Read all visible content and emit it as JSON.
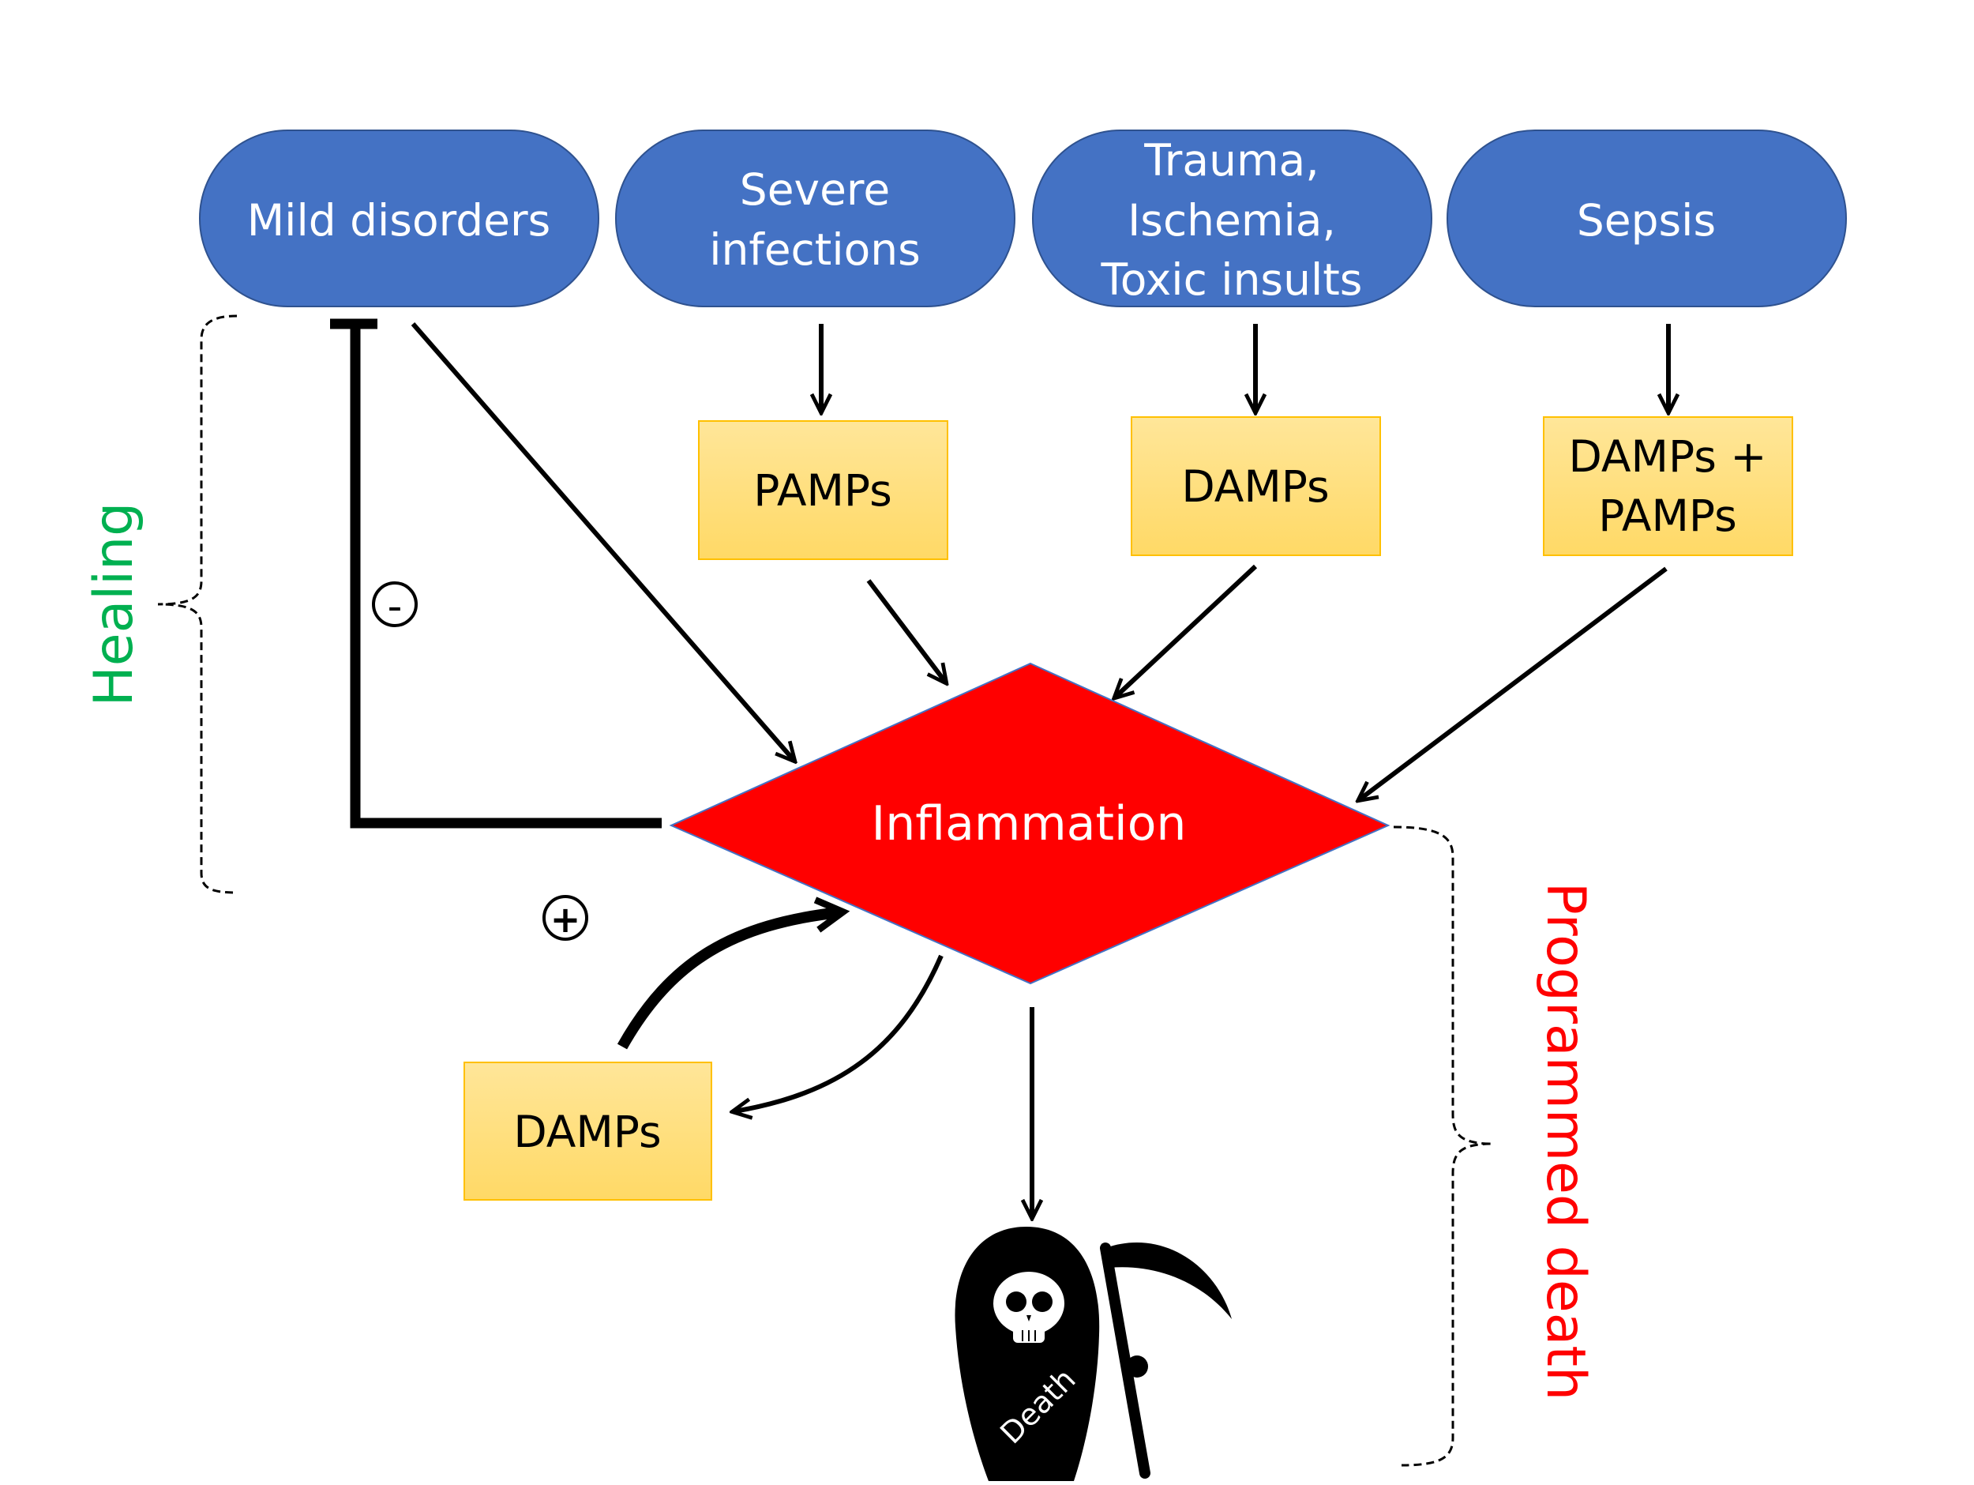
{
  "sources": [
    {
      "lines": [
        "Mild disorders"
      ]
    },
    {
      "lines": [
        "Severe",
        "infections"
      ]
    },
    {
      "lines": [
        "Trauma,",
        "Ischemia,",
        "Toxic insults"
      ]
    },
    {
      "lines": [
        "Sepsis"
      ]
    }
  ],
  "mediators": [
    {
      "lines": [
        "PAMPs"
      ]
    },
    {
      "lines": [
        "DAMPs"
      ]
    },
    {
      "lines": [
        "DAMPs +",
        "PAMPs"
      ]
    }
  ],
  "center": {
    "label": "Inflammation",
    "color": "#FF0000"
  },
  "feedback": {
    "damps_label": "DAMPs",
    "minus_sign": "-",
    "plus_sign": "+"
  },
  "outcomes": {
    "healing": {
      "label": "Healing",
      "color": "#00B050"
    },
    "programmed_death": {
      "label": "Programmed death",
      "color": "#FF0000"
    },
    "reaper_caption": "Death"
  },
  "colors": {
    "pill_fill": "#4472C4",
    "box_fill_top": "#FFF2CC",
    "box_fill_bottom": "#FFD966",
    "box_border": "#FFC000"
  }
}
